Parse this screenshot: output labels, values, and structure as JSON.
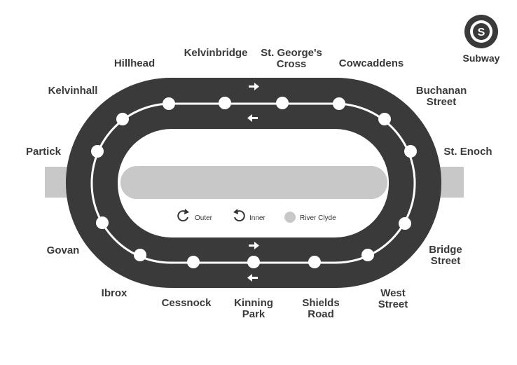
{
  "colors": {
    "track": "#3a3a3a",
    "river": "#c8c8c8",
    "line": "#ffffff",
    "station": "#ffffff",
    "text": "#3a3a3a"
  },
  "logo": {
    "label": "Subway",
    "glyph": "S"
  },
  "legend": {
    "outer": "Outer",
    "inner": "Inner",
    "river": "River Clyde"
  },
  "stations": [
    {
      "id": "kelvinbridge",
      "lines": [
        "Kelvinbridge"
      ]
    },
    {
      "id": "st-georges-cross",
      "lines": [
        "St. George's",
        "Cross"
      ]
    },
    {
      "id": "cowcaddens",
      "lines": [
        "Cowcaddens"
      ]
    },
    {
      "id": "buchanan-street",
      "lines": [
        "Buchanan",
        "Street"
      ]
    },
    {
      "id": "st-enoch",
      "lines": [
        "St. Enoch"
      ]
    },
    {
      "id": "bridge-street",
      "lines": [
        "Bridge",
        "Street"
      ]
    },
    {
      "id": "west-street",
      "lines": [
        "West",
        "Street"
      ]
    },
    {
      "id": "shields-road",
      "lines": [
        "Shields",
        "Road"
      ]
    },
    {
      "id": "kinning-park",
      "lines": [
        "Kinning",
        "Park"
      ]
    },
    {
      "id": "cessnock",
      "lines": [
        "Cessnock"
      ]
    },
    {
      "id": "ibrox",
      "lines": [
        "Ibrox"
      ]
    },
    {
      "id": "govan",
      "lines": [
        "Govan"
      ]
    },
    {
      "id": "partick",
      "lines": [
        "Partick"
      ]
    },
    {
      "id": "kelvinhall",
      "lines": [
        "Kelvinhall"
      ]
    },
    {
      "id": "hillhead",
      "lines": [
        "Hillhead"
      ]
    }
  ]
}
